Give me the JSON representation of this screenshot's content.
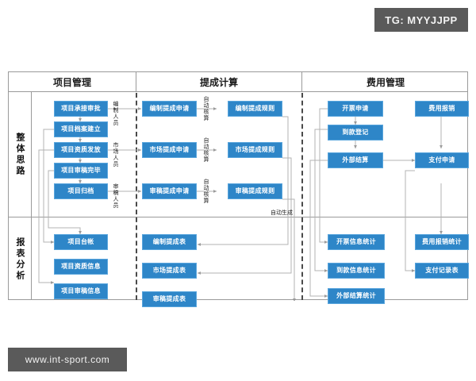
{
  "watermarks": {
    "tg_label": "TG: MYYJJPP",
    "site_label": "www.int-sport.com"
  },
  "colors": {
    "box_fill": "#2E86C8",
    "box_border": "#5AA6DD",
    "frame_border": "#9A9A9A",
    "chip_bg": "#5A5A5A",
    "wire": "#B0B0B0",
    "divider_dash": "#4A4A4A"
  },
  "columns": [
    {
      "id": "project-management",
      "label": "项目管理"
    },
    {
      "id": "commission-calculation",
      "label": "提成计算"
    },
    {
      "id": "expense-management",
      "label": "费用管理"
    }
  ],
  "rows": [
    {
      "id": "overall-approach",
      "label": "整体思路"
    },
    {
      "id": "report-analysis",
      "label": "报表分析"
    }
  ],
  "nodes": {
    "project_flow": [
      "项目承接审批",
      "项目档案建立",
      "项目资质发放",
      "项目审稿完毕",
      "项目归档"
    ],
    "role_labels": [
      "编制人员",
      "市场人员",
      "审稿人员"
    ],
    "commission_applications": [
      "编制提成申请",
      "市场提成申请",
      "审稿提成申请"
    ],
    "auto_calc_labels": [
      "自动核算",
      "自动核算",
      "自动核算"
    ],
    "commission_rules": [
      "编制提成规则",
      "市场提成规则",
      "审稿提成规则"
    ],
    "expense_left": [
      "开票申请",
      "到款登记",
      "外部结算"
    ],
    "expense_right": [
      "费用报销",
      "支付申请"
    ],
    "auto_generate_label": "自动生成",
    "report_project": [
      "项目台帐",
      "项目资质信息",
      "项目审稿信息"
    ],
    "report_commission": [
      "编制提成表",
      "市场提成表",
      "审稿提成表"
    ],
    "report_expense_left": [
      "开票信息统计",
      "到款信息统计",
      "外部结算统计"
    ],
    "report_expense_right": [
      "费用报销统计",
      "支付记录表"
    ]
  }
}
